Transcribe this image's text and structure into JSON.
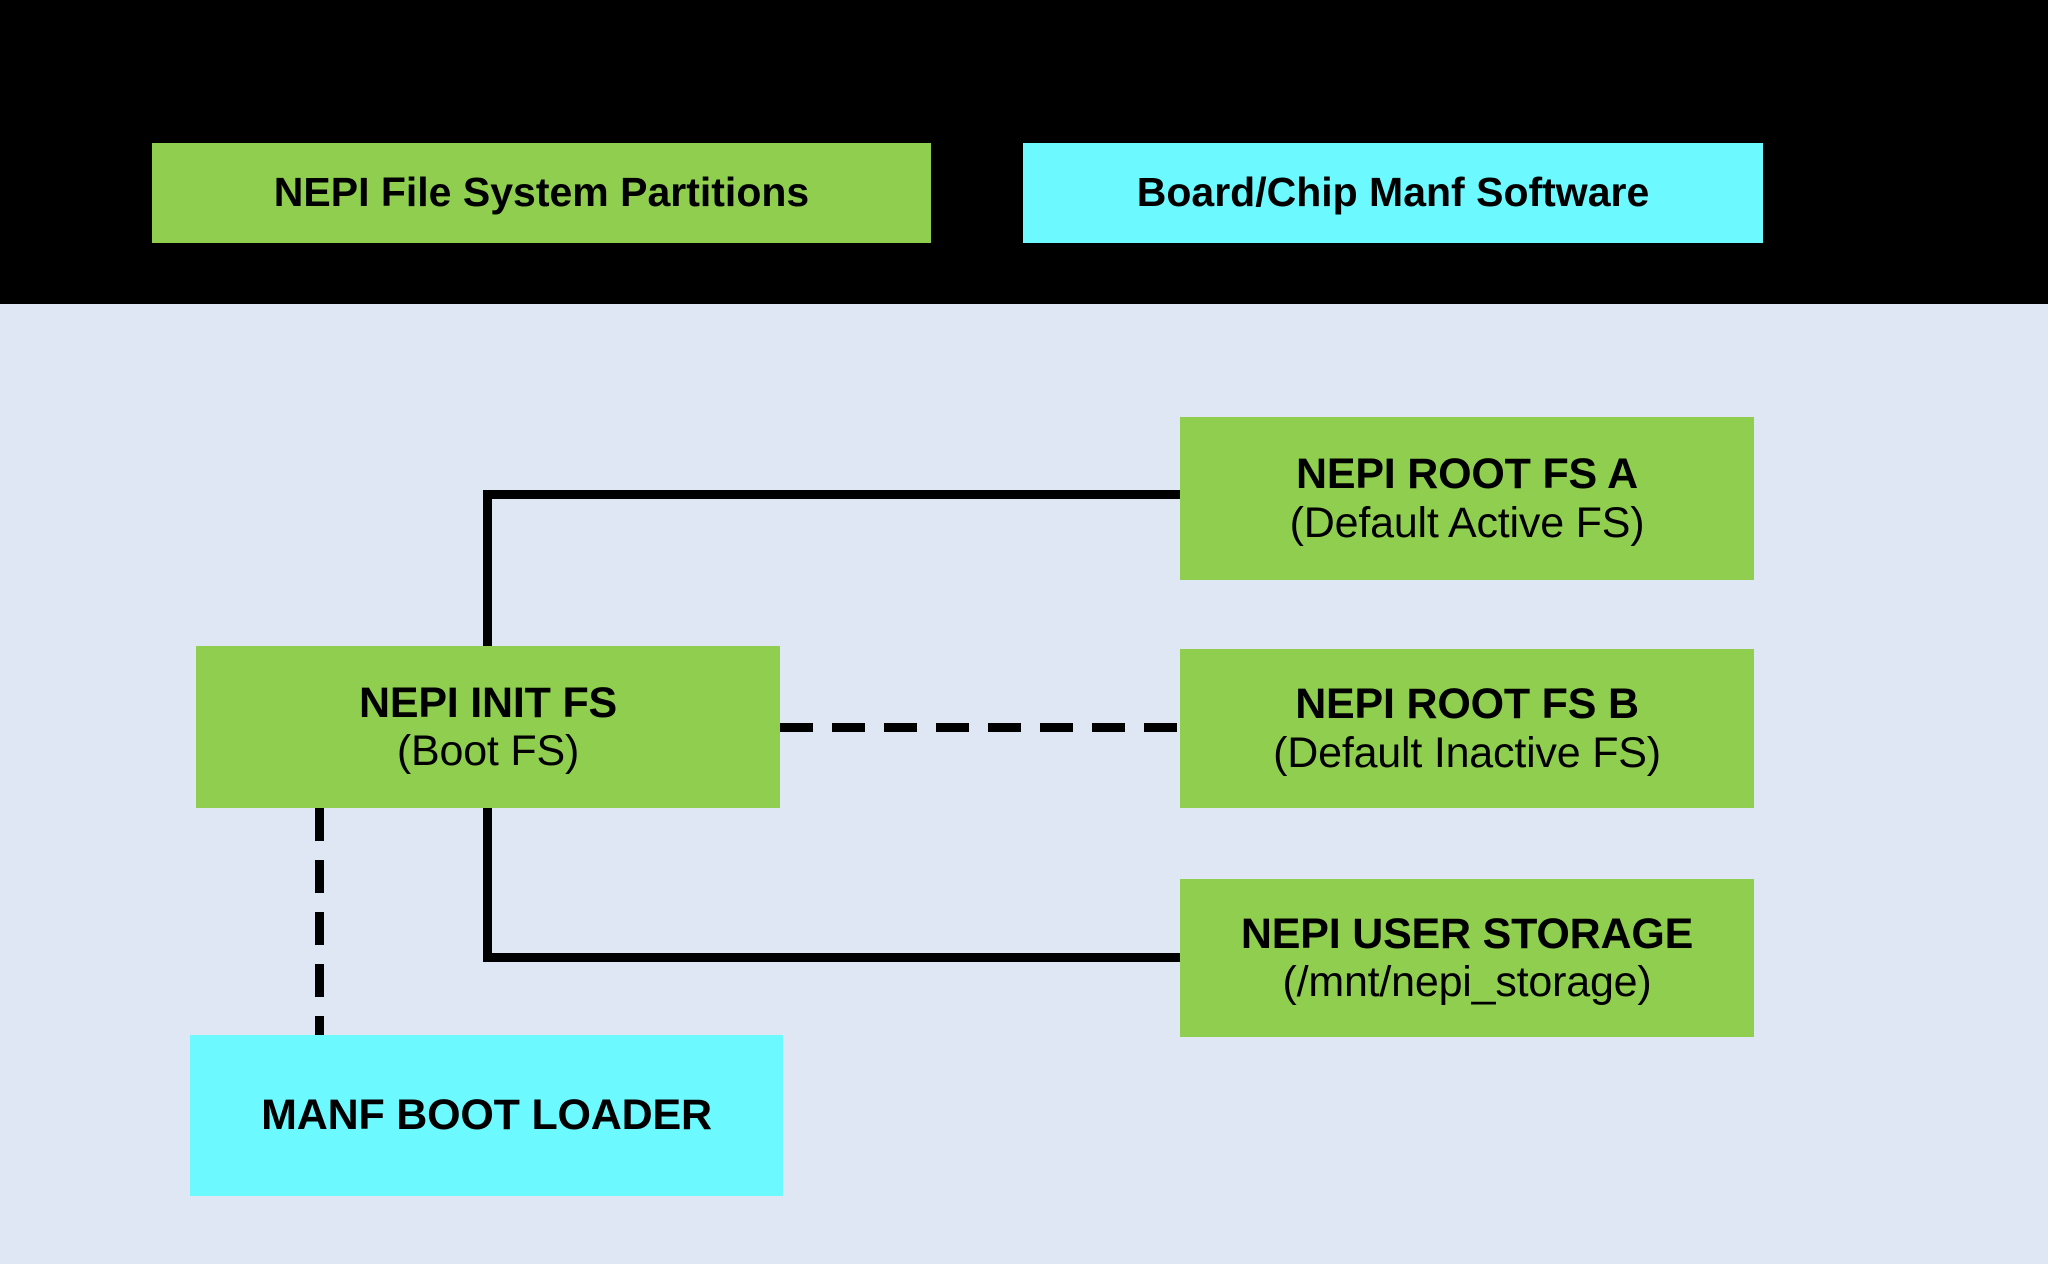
{
  "legend": {
    "items": [
      {
        "label": "NEPI File System Partitions",
        "color": "#90ce50",
        "swatch_name": "nepi-partitions"
      },
      {
        "label": "Board/Chip Manf Software",
        "color": "#6cf9ff",
        "swatch_name": "manf-software"
      }
    ]
  },
  "diagram": {
    "background_color": "#dee7f3",
    "header_color": "#000000",
    "nodes": [
      {
        "id": "nepi-init-fs",
        "title": "NEPI INIT FS",
        "subtitle": "(Boot FS)",
        "category": "nepi-partition",
        "color": "#90ce50"
      },
      {
        "id": "nepi-root-fs-a",
        "title": "NEPI ROOT FS A",
        "subtitle": "(Default Active FS)",
        "category": "nepi-partition",
        "color": "#90ce50"
      },
      {
        "id": "nepi-root-fs-b",
        "title": "NEPI ROOT FS B",
        "subtitle": "(Default Inactive FS)",
        "category": "nepi-partition",
        "color": "#90ce50"
      },
      {
        "id": "nepi-user-storage",
        "title": "NEPI USER STORAGE",
        "subtitle": "(/mnt/nepi_storage)",
        "category": "nepi-partition",
        "color": "#90ce50"
      },
      {
        "id": "manf-boot-loader",
        "title": "MANF BOOT LOADER",
        "subtitle": "",
        "category": "manf-software",
        "color": "#6cf9ff"
      }
    ],
    "edges": [
      {
        "id": "init-fs-to-root-fs-a",
        "from": "nepi-init-fs",
        "to": "nepi-root-fs-a",
        "style": "solid"
      },
      {
        "id": "init-fs-to-root-fs-b",
        "from": "nepi-init-fs",
        "to": "nepi-root-fs-b",
        "style": "dashed"
      },
      {
        "id": "init-fs-to-user-storage",
        "from": "nepi-init-fs",
        "to": "nepi-user-storage",
        "style": "solid"
      },
      {
        "id": "init-fs-to-manf-boot-loader",
        "from": "nepi-init-fs",
        "to": "manf-boot-loader",
        "style": "dashed"
      }
    ]
  }
}
